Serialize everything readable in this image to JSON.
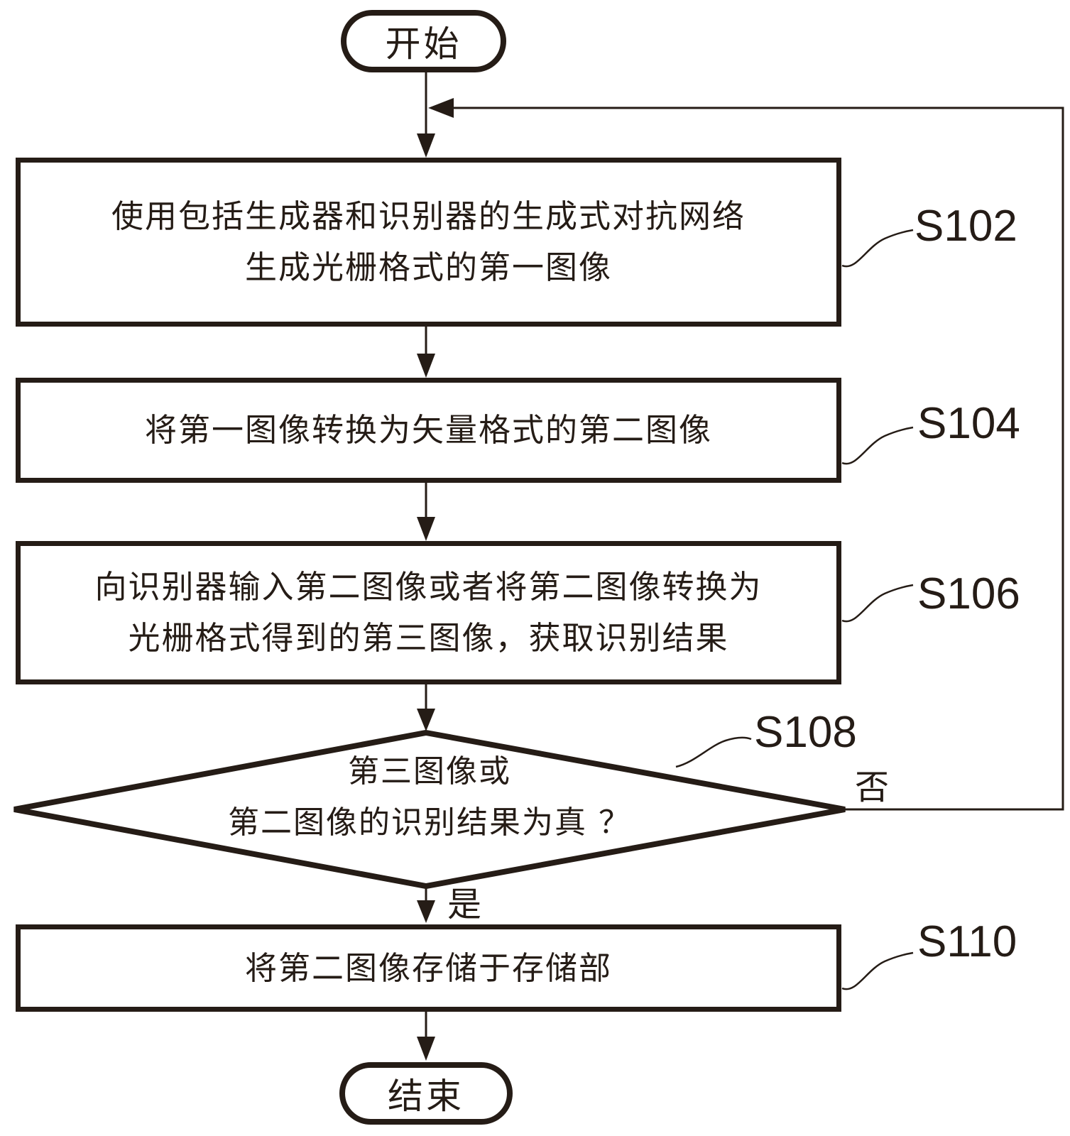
{
  "flow": {
    "start": {
      "label": "开始"
    },
    "steps": [
      {
        "id": "S102",
        "lines": [
          "使用包括生成器和识别器的生成式对抗网络",
          "生成光栅格式的第一图像"
        ]
      },
      {
        "id": "S104",
        "lines": [
          "将第一图像转换为矢量格式的第二图像"
        ]
      },
      {
        "id": "S106",
        "lines": [
          "向识别器输入第二图像或者将第二图像转换为",
          "光栅格式得到的第三图像，获取识别结果"
        ]
      }
    ],
    "decision": {
      "id": "S108",
      "lines": [
        "第三图像或",
        "第二图像的识别结果为真 ？"
      ],
      "yes_label": "是",
      "no_label": "否"
    },
    "store": {
      "id": "S110",
      "lines": [
        "将第二图像存储于存储部"
      ]
    },
    "end": {
      "label": "结束"
    },
    "colors": {
      "ink": "#251c16",
      "background": "#ffffff"
    }
  }
}
